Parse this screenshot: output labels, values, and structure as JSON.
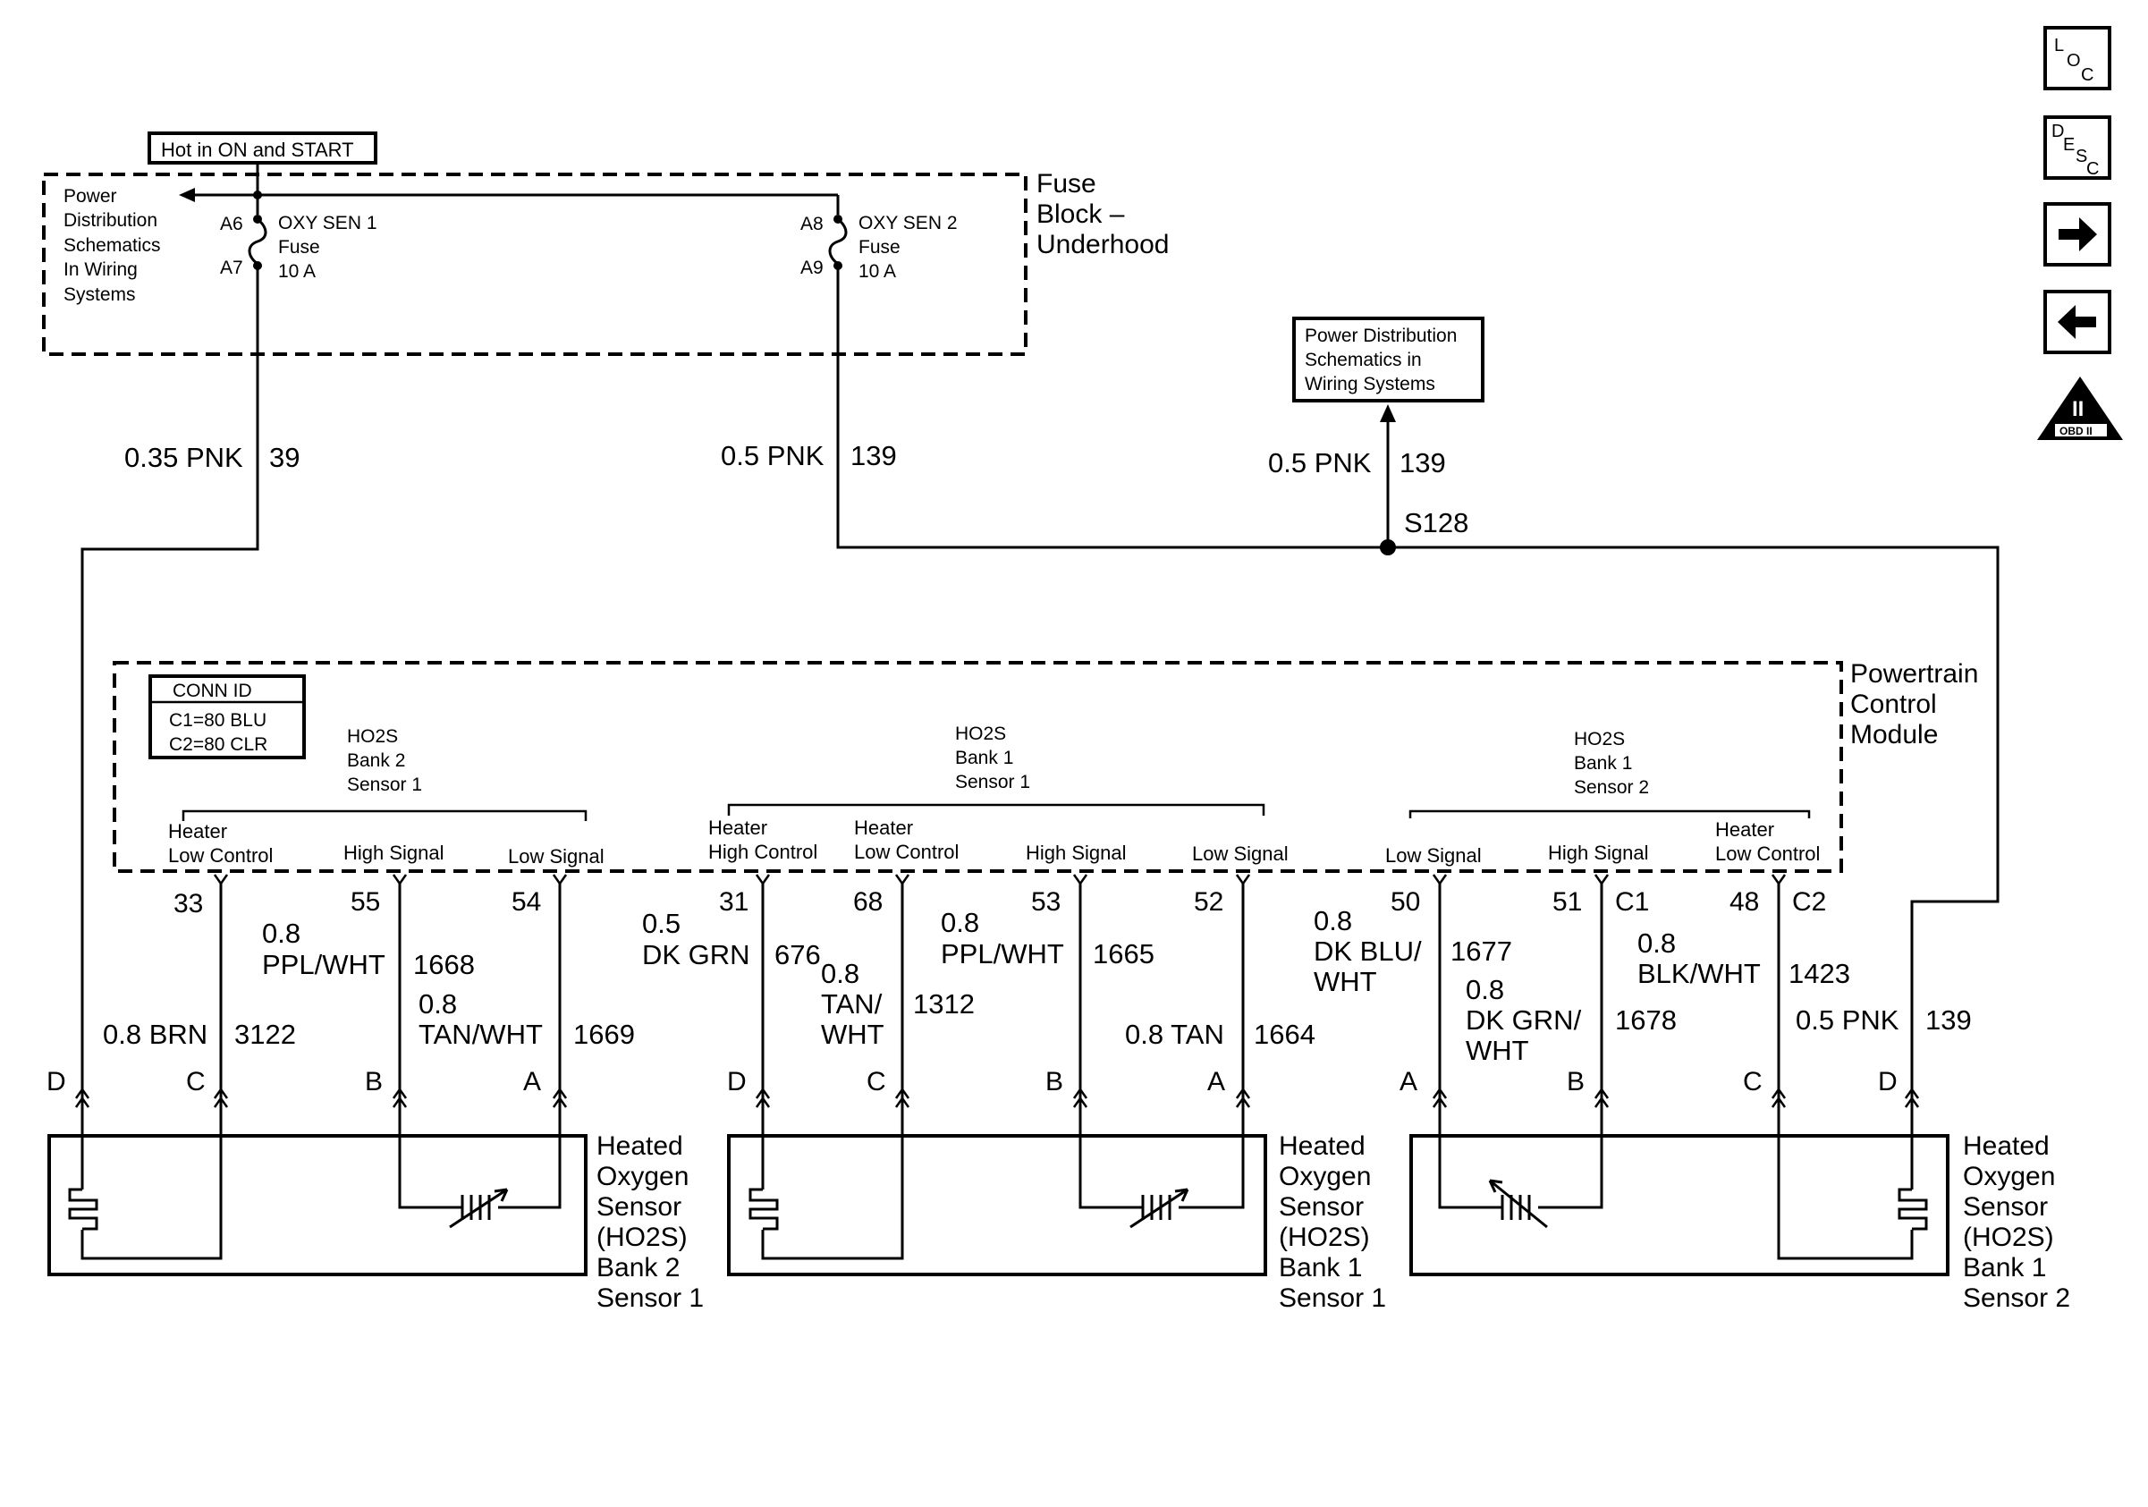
{
  "hot_label": "Hot in ON and START",
  "fuse_block": {
    "lines": [
      "Fuse",
      "Block –",
      "Underhood"
    ]
  },
  "power_dist_ref": [
    "Power",
    "Distribution",
    "Schematics",
    "In Wiring",
    "Systems"
  ],
  "fuse1": {
    "top_pin": "A6",
    "bottom_pin": "A7",
    "lines": [
      "OXY SEN 1",
      "Fuse",
      "10 A"
    ]
  },
  "fuse2": {
    "top_pin": "A8",
    "bottom_pin": "A9",
    "lines": [
      "OXY SEN 2",
      "Fuse",
      "10 A"
    ]
  },
  "power_dist_box": [
    "Power Distribution",
    "Schematics in",
    "Wiring Systems"
  ],
  "splice": "S128",
  "supply_wires": [
    {
      "size_color": "0.35 PNK",
      "circuit": "39"
    },
    {
      "size_color": "0.5 PNK",
      "circuit": "139"
    },
    {
      "size_color": "0.5 PNK",
      "circuit": "139"
    }
  ],
  "pcm": {
    "lines": [
      "Powertrain",
      "Control",
      "Module"
    ],
    "conn_id": {
      "title": "CONN ID",
      "c1": "C1=80 BLU",
      "c2": "C2=80 CLR"
    }
  },
  "groups": [
    {
      "lines": [
        "HO2S",
        "Bank 2",
        "Sensor 1"
      ]
    },
    {
      "lines": [
        "HO2S",
        "Bank 1",
        "Sensor 1"
      ]
    },
    {
      "lines": [
        "HO2S",
        "Bank 1",
        "Sensor 2"
      ]
    }
  ],
  "pcm_pins": [
    {
      "label": [
        "Heater",
        "Low Control"
      ],
      "pin": "33"
    },
    {
      "label": [
        "",
        "High Signal"
      ],
      "pin": "55"
    },
    {
      "label": [
        "",
        "Low Signal"
      ],
      "pin": "54"
    },
    {
      "label": [
        "Heater",
        "High Control"
      ],
      "pin": "31"
    },
    {
      "label": [
        "Heater",
        "Low Control"
      ],
      "pin": "68"
    },
    {
      "label": [
        "",
        "High Signal"
      ],
      "pin": "53"
    },
    {
      "label": [
        "",
        "Low Signal"
      ],
      "pin": "52"
    },
    {
      "label": [
        "",
        "Low Signal"
      ],
      "pin": "50"
    },
    {
      "label": [
        "",
        "High Signal"
      ],
      "pin": "51",
      "connector": "C1"
    },
    {
      "label": [
        "Heater",
        "Low Control"
      ],
      "pin": "48",
      "connector": "C2"
    }
  ],
  "sensor_wires": [
    {
      "lines": [
        "0.8 BRN"
      ],
      "circuit": "3122"
    },
    {
      "lines": [
        "0.8",
        "PPL/WHT"
      ],
      "circuit": "1668"
    },
    {
      "lines": [
        "0.8",
        "TAN/WHT"
      ],
      "circuit": "1669"
    },
    {
      "lines": [
        "0.5",
        "DK GRN"
      ],
      "circuit": "676"
    },
    {
      "lines": [
        "0.8",
        "TAN/",
        "WHT"
      ],
      "circuit": "1312"
    },
    {
      "lines": [
        "0.8",
        "PPL/WHT"
      ],
      "circuit": "1665"
    },
    {
      "lines": [
        "0.8 TAN"
      ],
      "circuit": "1664"
    },
    {
      "lines": [
        "0.8",
        "DK BLU/",
        "WHT"
      ],
      "circuit": "1677"
    },
    {
      "lines": [
        "0.8",
        "DK GRN/",
        "WHT"
      ],
      "circuit": "1678"
    },
    {
      "lines": [
        "0.8",
        "BLK/WHT"
      ],
      "circuit": "1423"
    },
    {
      "lines": [
        "0.5 PNK"
      ],
      "circuit": "139"
    }
  ],
  "sensors": [
    {
      "lines": [
        "Heated",
        "Oxygen",
        "Sensor",
        "(HO2S)",
        "Bank 2",
        "Sensor 1"
      ],
      "pins": [
        "D",
        "C",
        "B",
        "A"
      ]
    },
    {
      "lines": [
        "Heated",
        "Oxygen",
        "Sensor",
        "(HO2S)",
        "Bank 1",
        "Sensor 1"
      ],
      "pins": [
        "D",
        "C",
        "B",
        "A"
      ]
    },
    {
      "lines": [
        "Heated",
        "Oxygen",
        "Sensor",
        "(HO2S)",
        "Bank 1",
        "Sensor 2"
      ],
      "pins": [
        "A",
        "B",
        "C",
        "D"
      ]
    }
  ],
  "nav": {
    "loc": [
      "L",
      "O",
      "C"
    ],
    "desc": [
      "D",
      "E",
      "S",
      "C"
    ],
    "obd": [
      "II",
      "OBD II"
    ]
  }
}
